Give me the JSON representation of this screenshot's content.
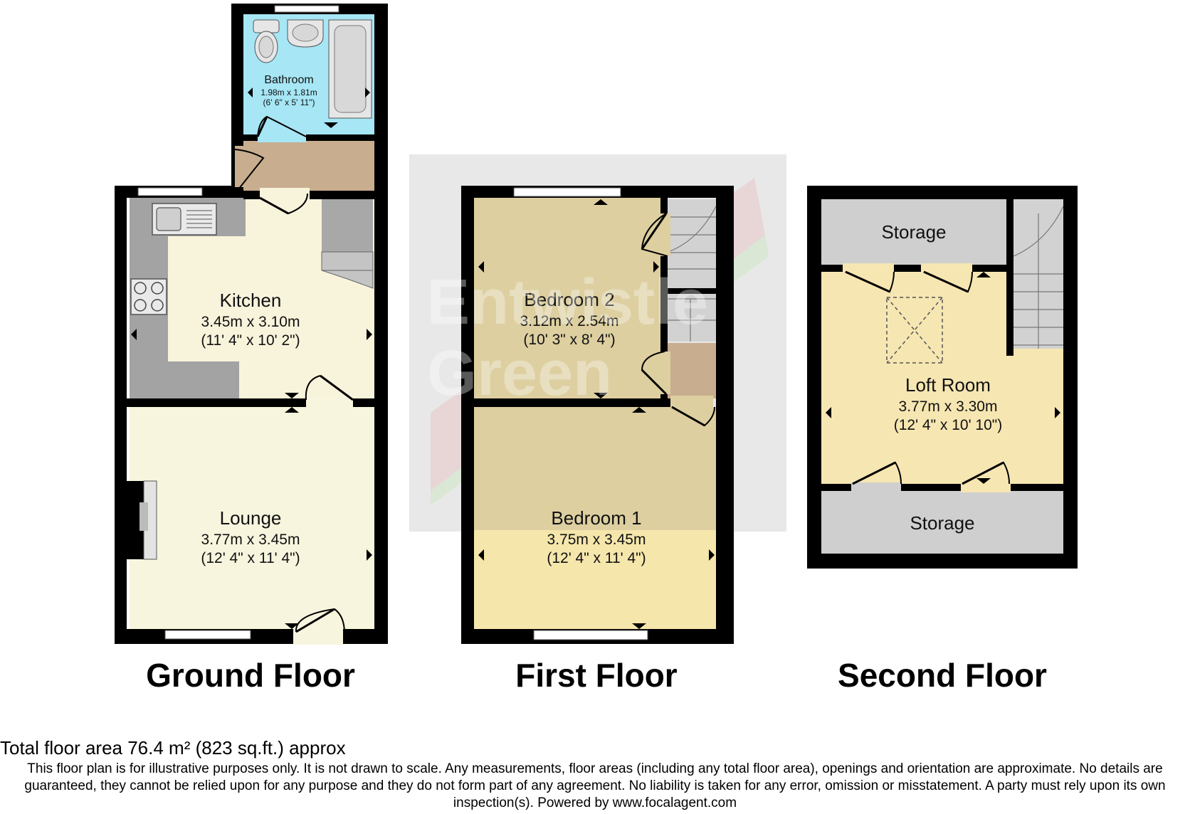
{
  "floors": [
    {
      "title": "Ground Floor",
      "rooms": [
        {
          "name": "Bathroom",
          "dim_m": "1.98m x 1.81m",
          "dim_ft": "(6' 6\" x 5' 11\")"
        },
        {
          "name": "Kitchen",
          "dim_m": "3.45m x 3.10m",
          "dim_ft": "(11' 4\" x 10' 2\")"
        },
        {
          "name": "Lounge",
          "dim_m": "3.77m x 3.45m",
          "dim_ft": "(12' 4\" x 11' 4\")"
        }
      ]
    },
    {
      "title": "First Floor",
      "rooms": [
        {
          "name": "Bedroom 2",
          "dim_m": "3.12m x 2.54m",
          "dim_ft": "(10' 3\" x 8' 4\")"
        },
        {
          "name": "Bedroom 1",
          "dim_m": "3.75m x 3.45m",
          "dim_ft": "(12' 4\" x 11' 4\")"
        }
      ]
    },
    {
      "title": "Second Floor",
      "rooms": [
        {
          "name": "Storage"
        },
        {
          "name": "Loft Room",
          "dim_m": "3.77m x 3.30m",
          "dim_ft": "(12' 4\" x 10' 10\")"
        },
        {
          "name": "Storage"
        }
      ]
    }
  ],
  "watermark": [
    "Entwistle",
    "Green"
  ],
  "total_area": "Total floor area 76.4 m² (823 sq.ft.) approx",
  "disclaimer": "This floor plan is for illustrative purposes only. It is not drawn to scale. Any measurements, floor areas (including any total floor area), openings and orientation are approximate. No details are guaranteed, they cannot be relied upon for any purpose and they do not form part of any agreement. No liability is taken for any error, omission or misstatement. A party must rely upon its own inspection(s). Powered by www.focalagent.com",
  "colors": {
    "wall": "#000000",
    "bathroom": "#a6e6f5",
    "hall": "#c8ad8f",
    "kitchen": "#f8f3db",
    "worktop": "#a3a3a3",
    "lounge": "#f8f5de",
    "bedroom": "#f5e6ac",
    "stairs": "#d2d2d2",
    "storage": "#cfcfcf",
    "loft": "#f6e6b2"
  }
}
